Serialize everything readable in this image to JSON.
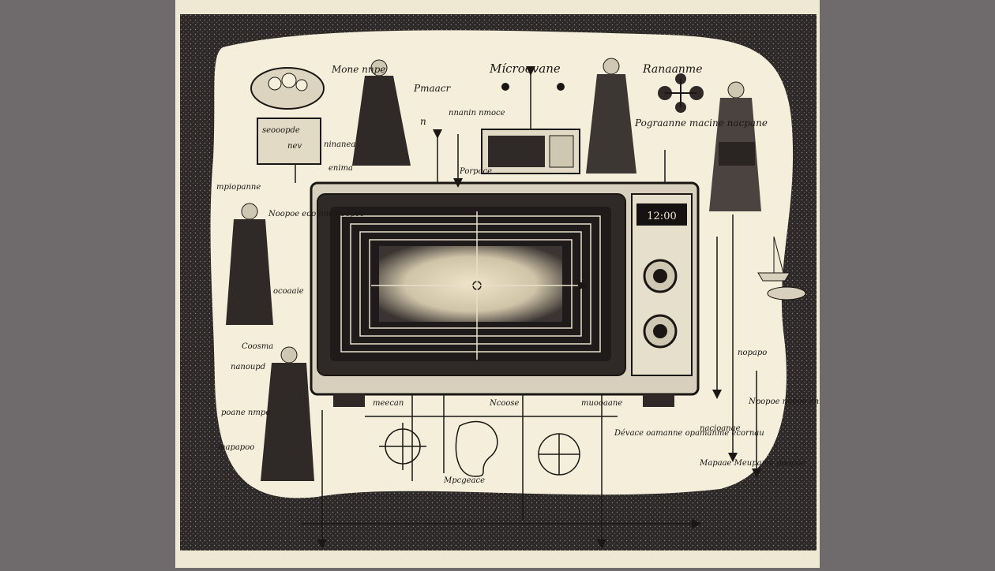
{
  "title": "Mícroovane",
  "labels": [
    "Mone nnpe",
    "Pmaacr",
    "Mícroovane",
    "Ranaanme",
    "n",
    "nnanin nmoce",
    "Porpace",
    "Pograanne macine nacpane",
    "seooopde",
    "nev",
    "ninanea",
    "enima",
    "mpiopanne",
    "Noopoe eoomno eoopoe",
    "ocoaaie",
    "Coosma",
    "nanoupd",
    "poane nmpe",
    "mapapoo",
    "meecan",
    "Ncoose",
    "muooaane",
    "Dévace oamanne opamanme ecornau",
    "nopapo",
    "Npopoe noboe ennme",
    "nacioanae",
    "Mapaae Meupame poopoe",
    "Mpcgeace"
  ],
  "display": "12:00",
  "colors": {
    "ink": "#1a1614",
    "paper": "#efe8d3",
    "frame": "#2d2928",
    "halo": "#f4eedb",
    "surround": "#6f6a6b"
  }
}
